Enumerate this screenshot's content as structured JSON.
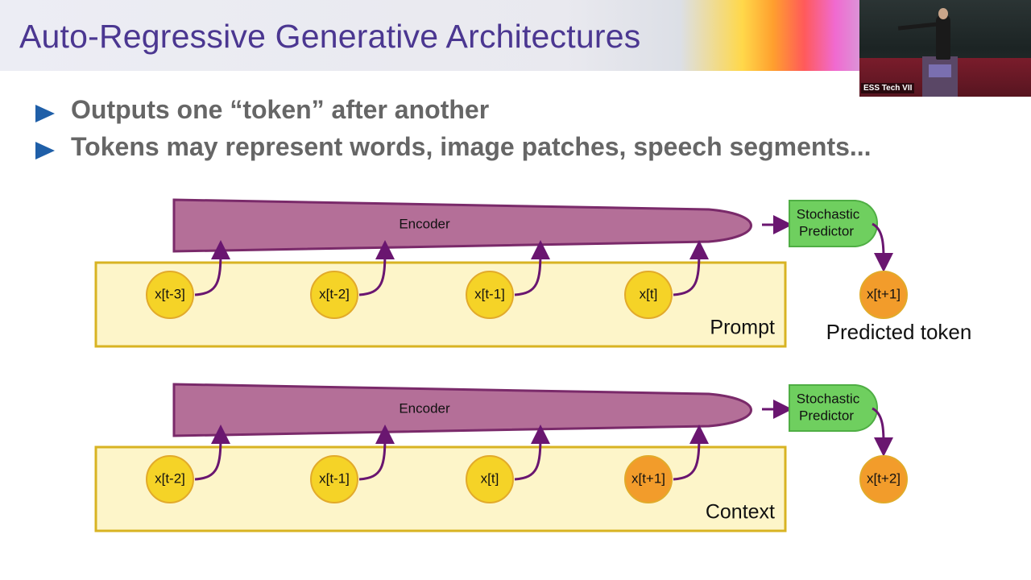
{
  "slide": {
    "title": "Auto-Regressive Generative Architectures",
    "bullets": [
      "Outputs one “token” after another",
      "Tokens may represent words, image patches, speech segments..."
    ]
  },
  "camera": {
    "label": "ESS Tech VII"
  },
  "colors": {
    "title": "#4b3791",
    "bullet_marker": "#1f5fa8",
    "encoder_fill": "#b46f98",
    "encoder_stroke": "#7a2a6a",
    "box_fill": "#fdf5c9",
    "box_stroke": "#d8b322",
    "token_past": "#f5d327",
    "token_pred": "#f29c2b",
    "predictor_fill": "#6fcf5f",
    "arrow": "#6a1670"
  },
  "diagram": {
    "top": {
      "encoder_label": "Encoder",
      "predictor_label": [
        "Stochastic",
        "Predictor"
      ],
      "box_label": "Prompt",
      "tokens": [
        {
          "label": "x[t-3]",
          "kind": "past"
        },
        {
          "label": "x[t-2]",
          "kind": "past"
        },
        {
          "label": "x[t-1]",
          "kind": "past"
        },
        {
          "label": "x[t]",
          "kind": "past"
        }
      ],
      "output_token": "x[t+1]",
      "output_caption": "Predicted token"
    },
    "bottom": {
      "encoder_label": "Encoder",
      "predictor_label": [
        "Stochastic",
        "Predictor"
      ],
      "box_label": "Context",
      "tokens": [
        {
          "label": "x[t-2]",
          "kind": "past"
        },
        {
          "label": "x[t-1]",
          "kind": "past"
        },
        {
          "label": "x[t]",
          "kind": "past"
        },
        {
          "label": "x[t+1]",
          "kind": "pred"
        }
      ],
      "output_token": "x[t+2]",
      "output_caption": ""
    }
  }
}
